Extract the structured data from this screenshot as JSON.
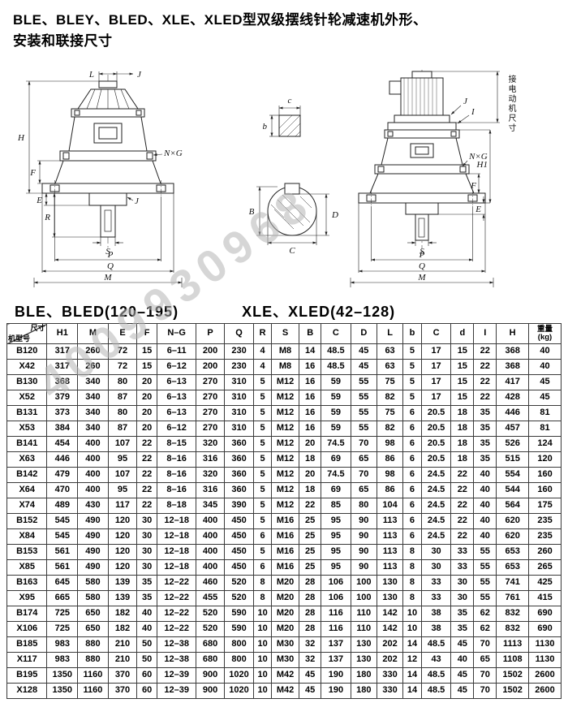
{
  "page": {
    "title_line1": "BLE、BLEY、BLED、XLE、XLED型双级摆线针轮减速机外形、",
    "title_line2": "安装和联接尺寸",
    "watermark": "4009930968"
  },
  "subtitle": {
    "left": "BLE、BLED(120–195)",
    "right": "XLE、XLED(42–128)"
  },
  "drawings": {
    "left": {
      "l": "L",
      "j_top": "J",
      "h": "H",
      "f": "F",
      "e": "E",
      "r": "R",
      "nxg": "N×G",
      "j_shaft": "J",
      "s": "S",
      "p": "P",
      "q": "Q",
      "m": "M"
    },
    "middle": {
      "c_small": "c",
      "b_small": "b",
      "b_cap": "B",
      "c_cap": "C",
      "d_cap": "D"
    },
    "right": {
      "motor_note": "接电动机尺寸",
      "j": "J",
      "i": "I",
      "h1": "H1",
      "nxg": "N×G",
      "f": "F",
      "e": "E",
      "s": "S",
      "p": "P",
      "q": "Q",
      "m": "M"
    }
  },
  "table": {
    "corner_top": "尺寸",
    "corner_bottom": "机型号",
    "columns": [
      "H1",
      "M",
      "E",
      "F",
      "N–G",
      "P",
      "Q",
      "R",
      "S",
      "B",
      "C",
      "D",
      "L",
      "b",
      "C",
      "d",
      "I",
      "H"
    ],
    "weight_top": "重量",
    "weight_unit": "(kg)",
    "rows": [
      [
        "B120",
        "317",
        "260",
        "72",
        "15",
        "6–11",
        "200",
        "230",
        "4",
        "M8",
        "14",
        "48.5",
        "45",
        "63",
        "5",
        "17",
        "15",
        "22",
        "368",
        "40"
      ],
      [
        "X42",
        "317",
        "260",
        "72",
        "15",
        "6–12",
        "200",
        "230",
        "4",
        "M8",
        "16",
        "48.5",
        "45",
        "63",
        "5",
        "17",
        "15",
        "22",
        "368",
        "40"
      ],
      [
        "B130",
        "368",
        "340",
        "80",
        "20",
        "6–13",
        "270",
        "310",
        "5",
        "M12",
        "16",
        "59",
        "55",
        "75",
        "5",
        "17",
        "15",
        "22",
        "417",
        "45"
      ],
      [
        "X52",
        "379",
        "340",
        "87",
        "20",
        "6–13",
        "270",
        "310",
        "5",
        "M12",
        "16",
        "59",
        "55",
        "82",
        "5",
        "17",
        "15",
        "22",
        "428",
        "45"
      ],
      [
        "B131",
        "373",
        "340",
        "80",
        "20",
        "6–13",
        "270",
        "310",
        "5",
        "M12",
        "16",
        "59",
        "55",
        "75",
        "6",
        "20.5",
        "18",
        "35",
        "446",
        "81"
      ],
      [
        "X53",
        "384",
        "340",
        "87",
        "20",
        "6–12",
        "270",
        "310",
        "5",
        "M12",
        "16",
        "59",
        "55",
        "82",
        "6",
        "20.5",
        "18",
        "35",
        "457",
        "81"
      ],
      [
        "B141",
        "454",
        "400",
        "107",
        "22",
        "8–15",
        "320",
        "360",
        "5",
        "M12",
        "20",
        "74.5",
        "70",
        "98",
        "6",
        "20.5",
        "18",
        "35",
        "526",
        "124"
      ],
      [
        "X63",
        "446",
        "400",
        "95",
        "22",
        "8–16",
        "316",
        "360",
        "5",
        "M12",
        "18",
        "69",
        "65",
        "86",
        "6",
        "20.5",
        "18",
        "35",
        "515",
        "120"
      ],
      [
        "B142",
        "479",
        "400",
        "107",
        "22",
        "8–16",
        "320",
        "360",
        "5",
        "M12",
        "20",
        "74.5",
        "70",
        "98",
        "6",
        "24.5",
        "22",
        "40",
        "554",
        "160"
      ],
      [
        "X64",
        "470",
        "400",
        "95",
        "22",
        "8–16",
        "316",
        "360",
        "5",
        "M12",
        "18",
        "69",
        "65",
        "86",
        "6",
        "24.5",
        "22",
        "40",
        "544",
        "160"
      ],
      [
        "X74",
        "489",
        "430",
        "117",
        "22",
        "8–18",
        "345",
        "390",
        "5",
        "M12",
        "22",
        "85",
        "80",
        "104",
        "6",
        "24.5",
        "22",
        "40",
        "564",
        "175"
      ],
      [
        "B152",
        "545",
        "490",
        "120",
        "30",
        "12–18",
        "400",
        "450",
        "5",
        "M16",
        "25",
        "95",
        "90",
        "113",
        "6",
        "24.5",
        "22",
        "40",
        "620",
        "235"
      ],
      [
        "X84",
        "545",
        "490",
        "120",
        "30",
        "12–18",
        "400",
        "450",
        "6",
        "M16",
        "25",
        "95",
        "90",
        "113",
        "6",
        "24.5",
        "22",
        "40",
        "620",
        "235"
      ],
      [
        "B153",
        "561",
        "490",
        "120",
        "30",
        "12–18",
        "400",
        "450",
        "5",
        "M16",
        "25",
        "95",
        "90",
        "113",
        "8",
        "30",
        "33",
        "55",
        "653",
        "260"
      ],
      [
        "X85",
        "561",
        "490",
        "120",
        "30",
        "12–18",
        "400",
        "450",
        "6",
        "M16",
        "25",
        "95",
        "90",
        "113",
        "8",
        "30",
        "33",
        "55",
        "653",
        "265"
      ],
      [
        "B163",
        "645",
        "580",
        "139",
        "35",
        "12–22",
        "460",
        "520",
        "8",
        "M20",
        "28",
        "106",
        "100",
        "130",
        "8",
        "33",
        "30",
        "55",
        "741",
        "425"
      ],
      [
        "X95",
        "665",
        "580",
        "139",
        "35",
        "12–22",
        "455",
        "520",
        "8",
        "M20",
        "28",
        "106",
        "100",
        "130",
        "8",
        "33",
        "30",
        "55",
        "761",
        "415"
      ],
      [
        "B174",
        "725",
        "650",
        "182",
        "40",
        "12–22",
        "520",
        "590",
        "10",
        "M20",
        "28",
        "116",
        "110",
        "142",
        "10",
        "38",
        "35",
        "62",
        "832",
        "690"
      ],
      [
        "X106",
        "725",
        "650",
        "182",
        "40",
        "12–22",
        "520",
        "590",
        "10",
        "M20",
        "28",
        "116",
        "110",
        "142",
        "10",
        "38",
        "35",
        "62",
        "832",
        "690"
      ],
      [
        "B185",
        "983",
        "880",
        "210",
        "50",
        "12–38",
        "680",
        "800",
        "10",
        "M30",
        "32",
        "137",
        "130",
        "202",
        "14",
        "48.5",
        "45",
        "70",
        "1113",
        "1130"
      ],
      [
        "X117",
        "983",
        "880",
        "210",
        "50",
        "12–38",
        "680",
        "800",
        "10",
        "M30",
        "32",
        "137",
        "130",
        "202",
        "12",
        "43",
        "40",
        "65",
        "1108",
        "1130"
      ],
      [
        "B195",
        "1350",
        "1160",
        "370",
        "60",
        "12–39",
        "900",
        "1020",
        "10",
        "M42",
        "45",
        "190",
        "180",
        "330",
        "14",
        "48.5",
        "45",
        "70",
        "1502",
        "2600"
      ],
      [
        "X128",
        "1350",
        "1160",
        "370",
        "60",
        "12–39",
        "900",
        "1020",
        "10",
        "M42",
        "45",
        "190",
        "180",
        "330",
        "14",
        "48.5",
        "45",
        "70",
        "1502",
        "2600"
      ]
    ]
  }
}
